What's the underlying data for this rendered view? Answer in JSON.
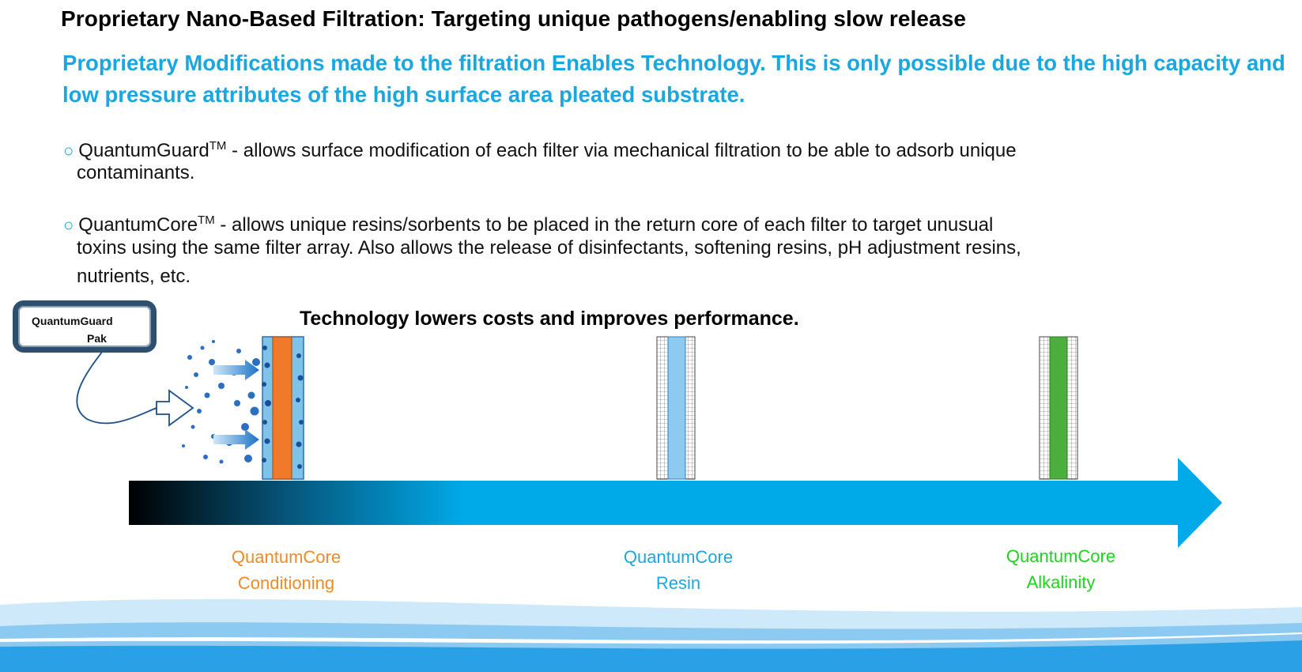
{
  "slide": {
    "title": "Proprietary Nano-Based Filtration: Targeting unique pathogens/enabling slow release",
    "subtitle": "Proprietary Modifications made to the filtration Enables Technology. This is only possible due to the high capacity and low pressure attributes of the high surface area pleated substrate.",
    "bullets": {
      "guard_name": "QuantumGuard",
      "guard_tm": "TM",
      "guard_text": " - allows surface modification of each filter via mechanical filtration to be able to adsorb unique",
      "guard_text_line2": "contaminants.",
      "core_name": "QuantumCore",
      "core_tm": "TM",
      "core_text": " - allows unique resins/sorbents to be placed in the return core of each filter to target unusual",
      "core_text_line2": "toxins using the same filter array.  Also allows the release of disinfectants, softening resins, pH adjustment resins,",
      "core_text_line3": "nutrients, etc."
    },
    "bullet_marker": "○",
    "tagline": "Technology lowers costs and improves performance."
  },
  "diagram": {
    "pak_label_line1": "QuantumGuard",
    "pak_label_line2": "Pak",
    "stages": [
      {
        "line1": "QuantumCore",
        "line2": "Conditioning",
        "color": "#f08a24"
      },
      {
        "line1": "QuantumCore",
        "line2": "Resin",
        "color": "#1aa7e0"
      },
      {
        "line1": "QuantumCore",
        "line2": "Alkalinity",
        "color": "#22d022"
      }
    ],
    "colors": {
      "accent": "#1aa7e0",
      "arrow": "#00aae8",
      "orange_core": "#f07a2a",
      "resin_core": "#8ec9ef",
      "alkalinity_core": "#4cae3c",
      "wave_dark": "#2aa0e6"
    }
  }
}
